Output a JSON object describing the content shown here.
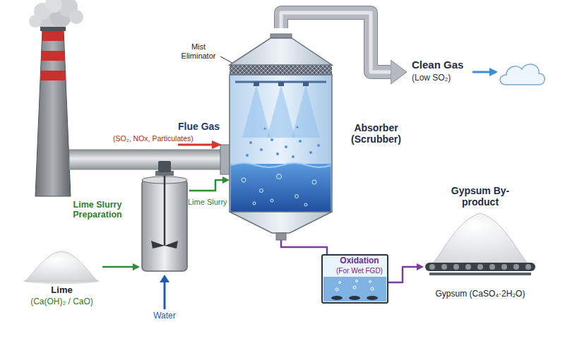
{
  "diagram": {
    "nodes": [
      {
        "text": [
          "Absorber (Scrubber)"
        ]
      },
      {
        "text": [
          "Lime",
          "(Ca(OH)₂ / CaO)"
        ]
      },
      {
        "text": [
          "Lime Slurry Preparation"
        ]
      },
      {
        "text": [
          "Oxidation",
          "(For Wet FGD)"
        ]
      },
      {
        "text": [
          "Gypsum By-product",
          "Gypsum (CaSO₄·2H₂O)"
        ]
      },
      {
        "text": [
          "Clean Gas",
          "(Low SO₂)"
        ]
      }
    ],
    "edges": [
      {
        "from": 1,
        "to": 2,
        "arrow": "to"
      },
      {
        "from": 2,
        "to": 0,
        "label": "Lime Slurry",
        "arrow": "to"
      },
      {
        "from": 0,
        "to": 3,
        "arrow": "none"
      },
      {
        "from": 3,
        "to": 4,
        "arrow": "to"
      },
      {
        "from": 0,
        "to": 5,
        "arrow": "to"
      }
    ],
    "labels": [
      "Mist Eliminator",
      "Flue Gas",
      "(SO₂, NOx, Particulates)",
      "Water"
    ]
  }
}
